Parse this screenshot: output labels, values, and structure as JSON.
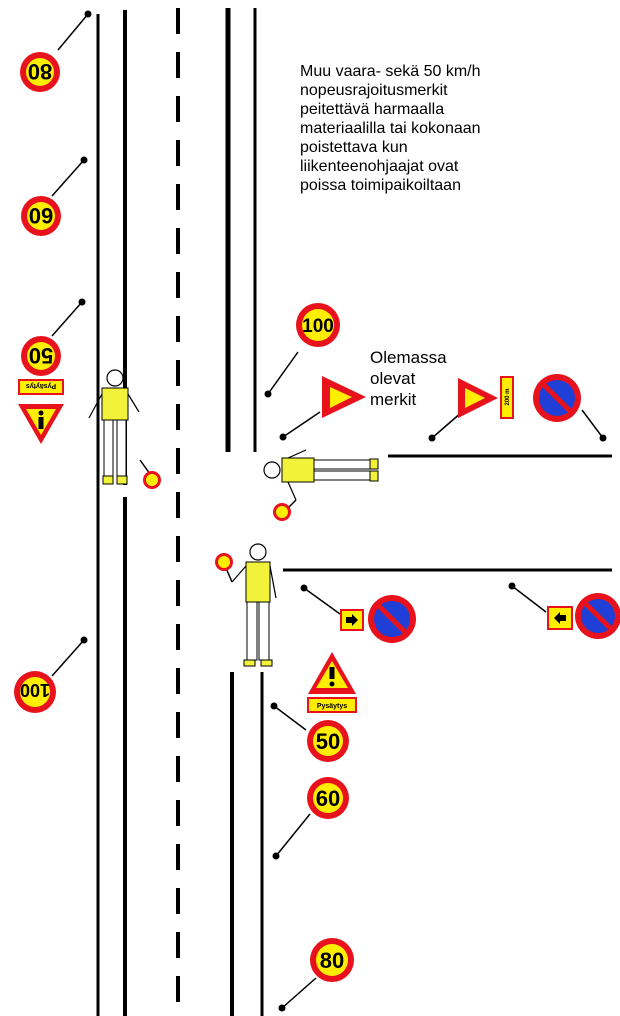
{
  "note": {
    "lines": [
      "Muu vaara- sekä 50 km/h",
      "nopeusrajoitusmerkit",
      "peitettävä harmaalla",
      "materiaalilla tai kokonaan",
      "poistettava kun",
      "liikenteenohjaajat ovat",
      "poissa toimipaikoiltaan"
    ]
  },
  "existing_signs": {
    "lines": [
      "Olemassa",
      "olevat",
      "merkit"
    ]
  },
  "signs": {
    "speed_80": "80",
    "speed_60": "60",
    "speed_50": "50",
    "speed_100": "100",
    "stop_label": "Pysäytys",
    "distance": "200 m"
  },
  "colors": {
    "sign_red": "#e8121c",
    "sign_yellow": "#ffee00",
    "no_parking_blue": "#1f3fd6",
    "vest_yellow": "#f2f23a"
  }
}
